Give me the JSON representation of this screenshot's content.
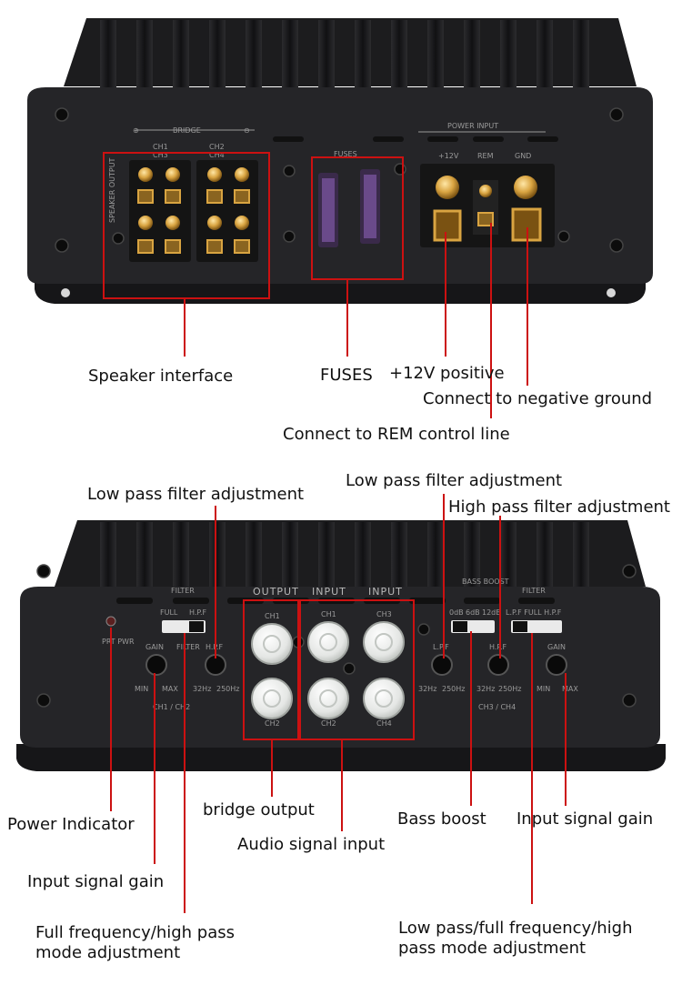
{
  "colors": {
    "callout_line": "#cc1111",
    "amp_body": "#232326",
    "fin": "#1a1a1c",
    "terminal_gold": "#d9a441",
    "rca_white": "#e9ebe9"
  },
  "top_panel": {
    "bridge_label": "BRIDGE",
    "power_input_label": "POWER INPUT",
    "fuses_label": "FUSES",
    "ch1_label": "CH1",
    "ch3_label": "CH3",
    "ch2_label": "CH2",
    "ch4_label": "CH4",
    "speaker_output_label": "SPEAKER OUTPUT",
    "plus12v_label": "+12V",
    "rem_label": "REM",
    "gnd_label": "GND"
  },
  "bottom_panel": {
    "filter_left": "FILTER",
    "filter_right": "FILTER",
    "bass_boost": "BASS BOOST",
    "output": "OUTPUT",
    "input1": "INPUT",
    "input2": "INPUT",
    "prt_pwr": "PRT PWR",
    "full": "FULL",
    "hpf": "H.P.F",
    "filter_small": "FILTER",
    "gain_left": "GAIN",
    "gain_right": "GAIN",
    "hpf_knob": "H.P.F",
    "lpf_knob": "L.P.F",
    "hpf_knob2": "H.P.F",
    "min": "MIN",
    "max": "MAX",
    "hz32": "32Hz",
    "hz250": "250Hz",
    "ch12": "CH1 / CH2",
    "ch34": "CH3 / CH4",
    "db0": "0dB",
    "db6": "6dB",
    "db12": "12dB",
    "lpf_full_hpf": "L.P.F  FULL  H.P.F",
    "out_ch1": "CH1",
    "out_ch2": "CH2",
    "in_ch1": "CH1",
    "in_ch3": "CH3",
    "in_ch2": "CH2",
    "in_ch4": "CH4"
  },
  "labels": {
    "speaker_interface": "Speaker interface",
    "fuses": "FUSES",
    "plus12v_positive": "+12V positive",
    "negative_ground": "Connect to negative ground",
    "rem_control": "Connect to REM control line",
    "lpf_adjust_left": "Low pass filter adjustment",
    "lpf_adjust_right": "Low pass filter adjustment",
    "hpf_adjust": "High pass filter adjustment",
    "power_indicator": "Power Indicator",
    "bridge_output": "bridge output",
    "bass_boost": "Bass boost",
    "input_gain_right": "Input signal gain",
    "audio_input": "Audio signal input",
    "input_gain_left": "Input signal gain",
    "full_hpf_mode": "Full frequency/high pass mode adjustment",
    "lpf_full_mode": "Low pass/full frequency/high pass mode adjustment"
  }
}
